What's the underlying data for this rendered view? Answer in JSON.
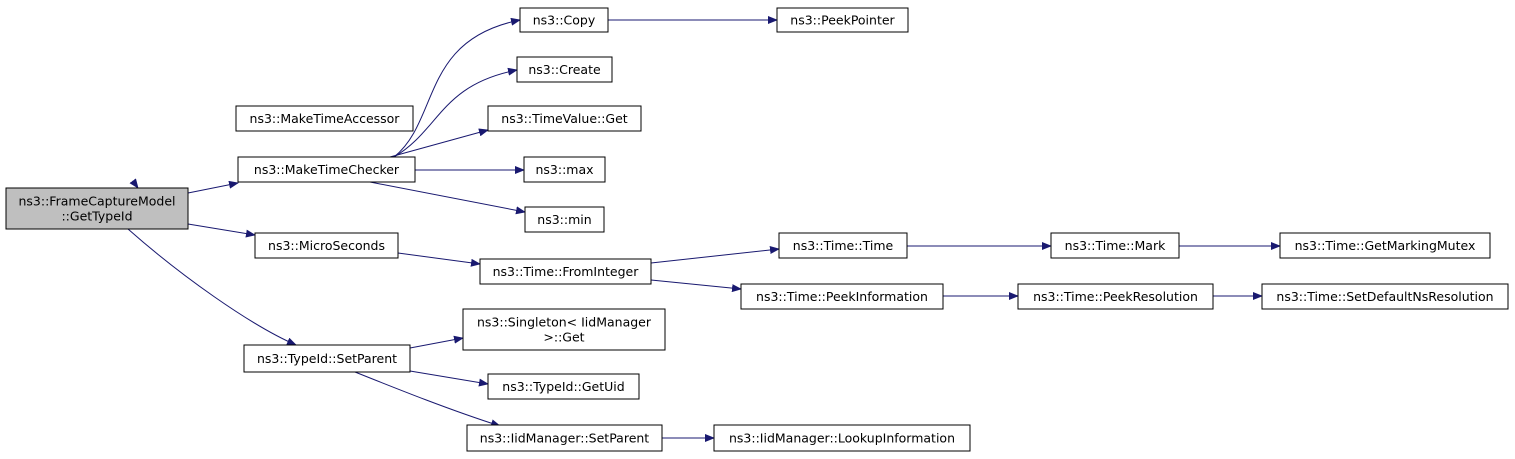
{
  "colors": {
    "edge": "#191970",
    "node_border": "#000000",
    "node_fill": "#ffffff",
    "root_fill": "#bfbfbf"
  },
  "nodes": [
    {
      "id": "root",
      "lines": [
        "ns3::FrameCaptureModel",
        "::GetTypeId"
      ],
      "root": true
    },
    {
      "id": "n1",
      "lines": [
        "ns3::MakeTimeAccessor"
      ]
    },
    {
      "id": "n2",
      "lines": [
        "ns3::MakeTimeChecker"
      ]
    },
    {
      "id": "n3",
      "lines": [
        "ns3::MicroSeconds"
      ]
    },
    {
      "id": "n4",
      "lines": [
        "ns3::TypeId::SetParent"
      ]
    },
    {
      "id": "n5",
      "lines": [
        "ns3::Copy"
      ]
    },
    {
      "id": "n6",
      "lines": [
        "ns3::Create"
      ]
    },
    {
      "id": "n7",
      "lines": [
        "ns3::TimeValue::Get"
      ]
    },
    {
      "id": "n8",
      "lines": [
        "ns3::max"
      ]
    },
    {
      "id": "n9",
      "lines": [
        "ns3::min"
      ]
    },
    {
      "id": "n10",
      "lines": [
        "ns3::PeekPointer"
      ]
    },
    {
      "id": "n11",
      "lines": [
        "ns3::Time::FromInteger"
      ]
    },
    {
      "id": "n12",
      "lines": [
        "ns3::Time::Time"
      ]
    },
    {
      "id": "n13",
      "lines": [
        "ns3::Time::PeekInformation"
      ]
    },
    {
      "id": "n14",
      "lines": [
        "ns3::Time::Mark"
      ]
    },
    {
      "id": "n15",
      "lines": [
        "ns3::Time::GetMarkingMutex"
      ]
    },
    {
      "id": "n16",
      "lines": [
        "ns3::Time::PeekResolution"
      ]
    },
    {
      "id": "n17",
      "lines": [
        "ns3::Time::SetDefaultNsResolution"
      ]
    },
    {
      "id": "n18",
      "lines": [
        "ns3::Singleton< IidManager",
        ">::Get"
      ]
    },
    {
      "id": "n19",
      "lines": [
        "ns3::TypeId::GetUid"
      ]
    },
    {
      "id": "n20",
      "lines": [
        "ns3::IidManager::SetParent"
      ]
    },
    {
      "id": "n21",
      "lines": [
        "ns3::IidManager::LookupInformation"
      ]
    }
  ],
  "edges": [
    {
      "from": "root",
      "to": "n1"
    },
    {
      "from": "root",
      "to": "n2"
    },
    {
      "from": "root",
      "to": "n3"
    },
    {
      "from": "root",
      "to": "n4"
    },
    {
      "from": "n2",
      "to": "n5"
    },
    {
      "from": "n2",
      "to": "n6"
    },
    {
      "from": "n2",
      "to": "n7"
    },
    {
      "from": "n2",
      "to": "n8"
    },
    {
      "from": "n2",
      "to": "n9"
    },
    {
      "from": "n5",
      "to": "n10"
    },
    {
      "from": "n3",
      "to": "n11"
    },
    {
      "from": "n11",
      "to": "n12"
    },
    {
      "from": "n11",
      "to": "n13"
    },
    {
      "from": "n12",
      "to": "n14"
    },
    {
      "from": "n14",
      "to": "n15"
    },
    {
      "from": "n13",
      "to": "n16"
    },
    {
      "from": "n16",
      "to": "n17"
    },
    {
      "from": "n4",
      "to": "n18"
    },
    {
      "from": "n4",
      "to": "n19"
    },
    {
      "from": "n4",
      "to": "n20"
    },
    {
      "from": "n20",
      "to": "n21"
    }
  ]
}
